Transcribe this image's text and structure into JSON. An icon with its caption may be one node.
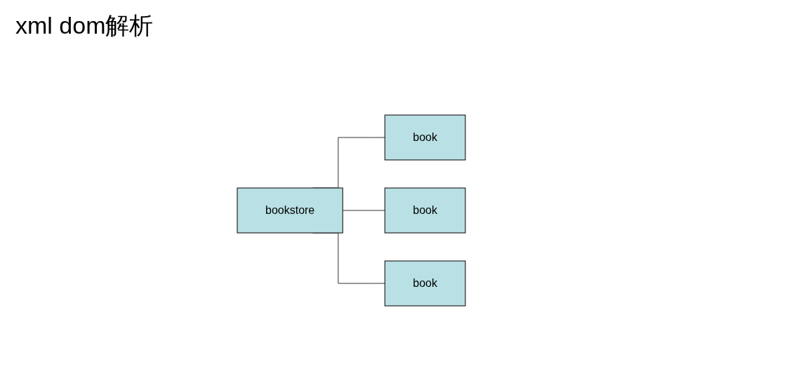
{
  "diagram": {
    "title": "xml dom解析",
    "nodes": [
      {
        "text": [
          "bookstore"
        ]
      },
      {
        "text": [
          "book"
        ]
      },
      {
        "text": [
          "book"
        ]
      },
      {
        "text": [
          "book"
        ]
      }
    ],
    "edges": [
      {
        "from": 0,
        "to": 1,
        "arrow": "none"
      },
      {
        "from": 0,
        "to": 2,
        "arrow": "none"
      },
      {
        "from": 0,
        "to": 3,
        "arrow": "none"
      }
    ]
  }
}
